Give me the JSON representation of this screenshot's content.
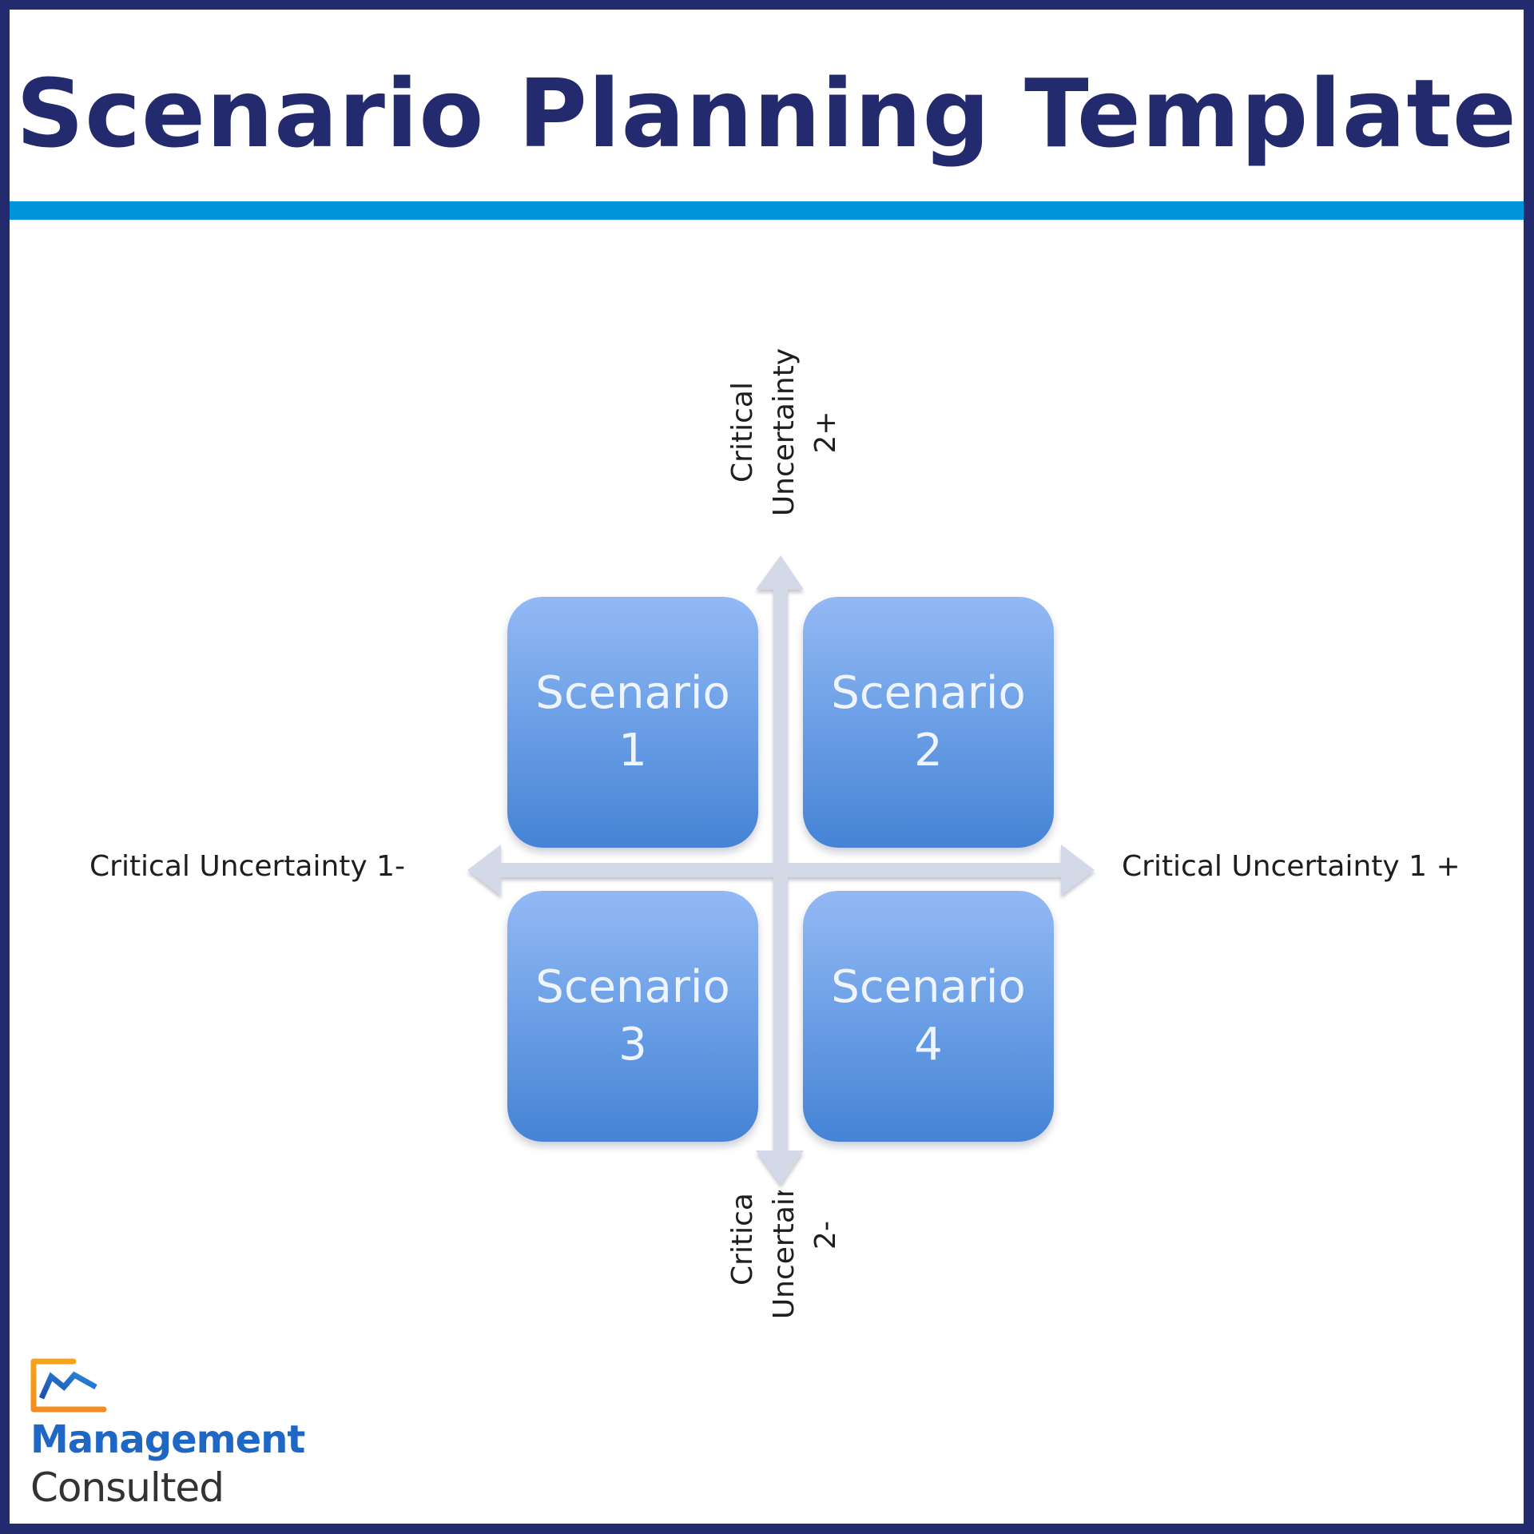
{
  "header": {
    "title": "Scenario Planning Template"
  },
  "colors": {
    "border": "#232a6e",
    "title": "#232a6e",
    "accent_bar": "#0095da",
    "box_top": "#93b9f4",
    "box_bottom": "#4683d5",
    "axis": "#d4d9e8",
    "logo_orange": "#f7a21b",
    "logo_blue": "#1f67c4"
  },
  "diagram": {
    "axes": {
      "top": {
        "line1": "Critical",
        "line2": "Uncertainty",
        "line3": "2+"
      },
      "bottom": {
        "line1": "Critical",
        "line2": "Uncertainty",
        "line3": "2-"
      },
      "left": "Critical Uncertainty 1-",
      "right": "Critical Uncertainty 1 +"
    },
    "scenarios": [
      {
        "word": "Scenario",
        "number": "1",
        "position": "top-left"
      },
      {
        "word": "Scenario",
        "number": "2",
        "position": "top-right"
      },
      {
        "word": "Scenario",
        "number": "3",
        "position": "bottom-left"
      },
      {
        "word": "Scenario",
        "number": "4",
        "position": "bottom-right"
      }
    ]
  },
  "logo": {
    "icon": "chart-line-icon",
    "line1": "Management",
    "line2": "Consulted"
  }
}
